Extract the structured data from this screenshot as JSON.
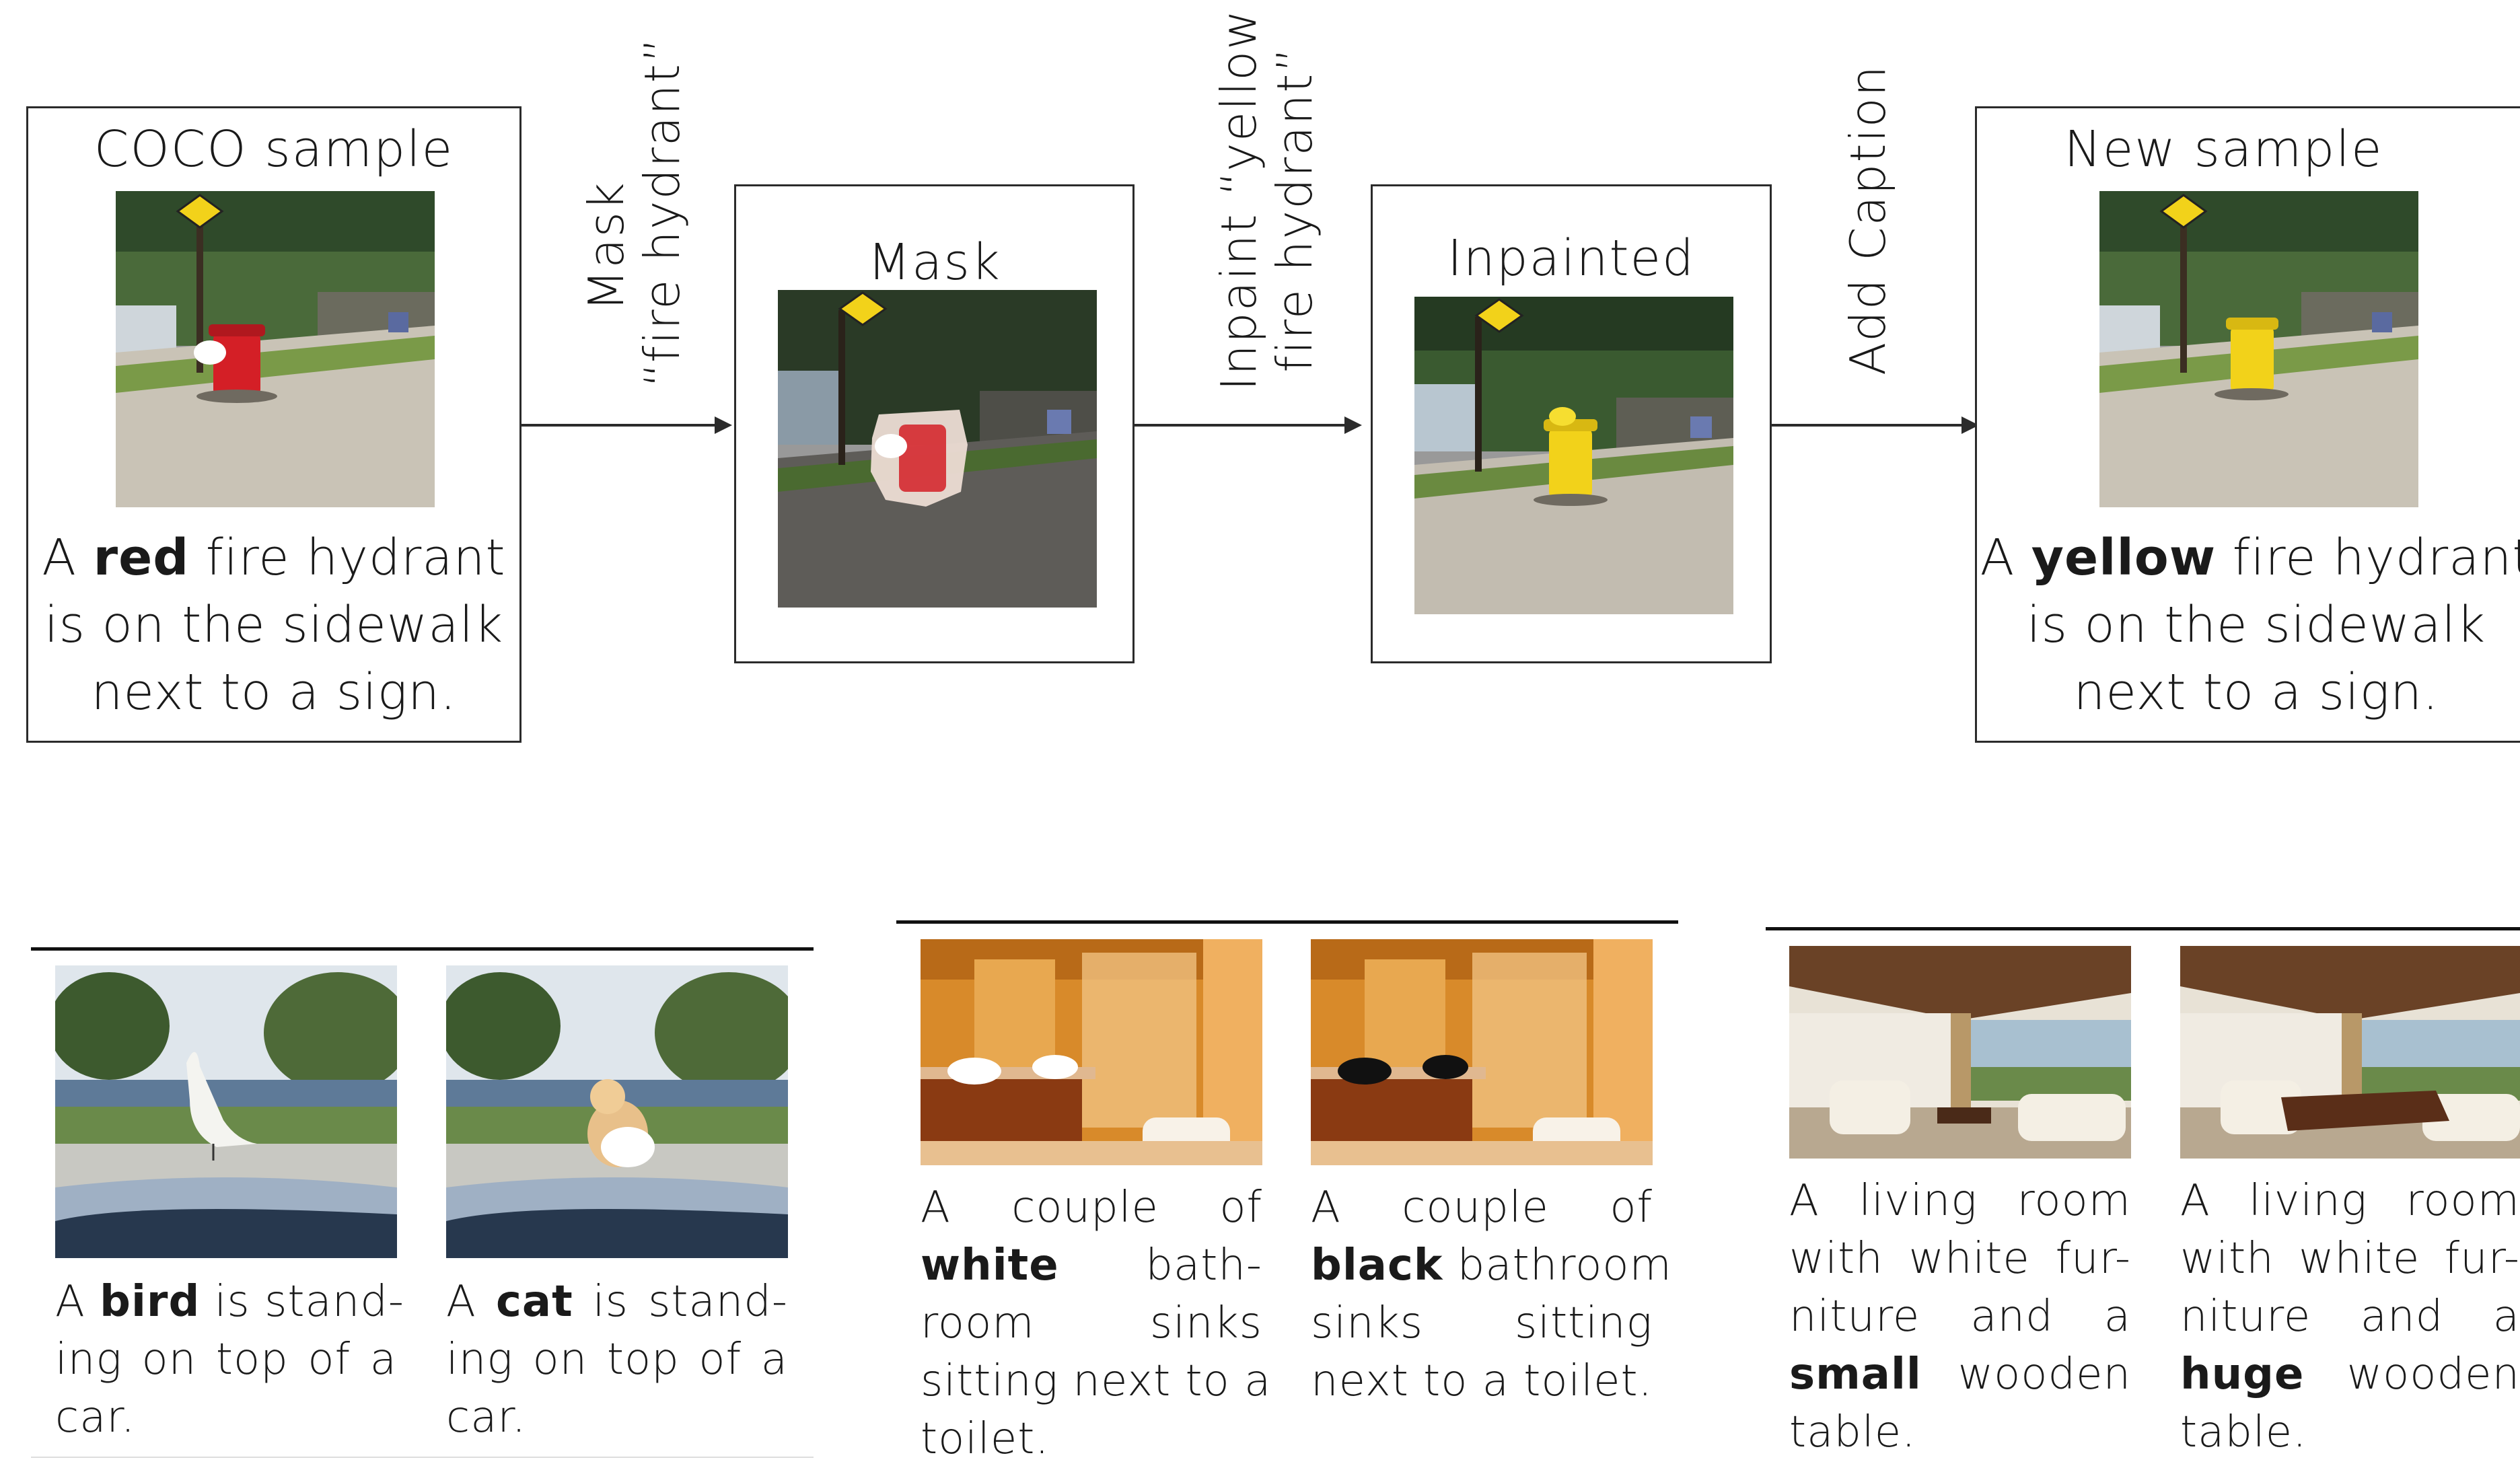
{
  "pipeline": {
    "coco_box": {
      "title": "COCO sample",
      "caption": {
        "pre": "A ",
        "bold": "red",
        "post": " fire hydrant",
        "line2": "is on the sidewalk",
        "line3": "next to a sign."
      }
    },
    "arrow1_label": {
      "line1": "Mask",
      "line2": "“fire hydrant”"
    },
    "mask_box": {
      "title": "Mask"
    },
    "arrow2_label": {
      "line1": "Inpaint “yellow",
      "line2": "fire hydrant”"
    },
    "inpainted_box": {
      "title": "Inpainted"
    },
    "arrow3_label": {
      "line1": "Add Caption"
    },
    "new_box": {
      "title": "New sample",
      "caption": {
        "pre": "A ",
        "bold": "yellow",
        "post": " fire hydrant",
        "line2": "is on the sidewalk",
        "line3": "next to a sign."
      }
    }
  },
  "examples": [
    {
      "left": {
        "l1_pre": "A ",
        "l1_bold": "bird",
        "l1_post": " is stand-",
        "l2": "ing on top of a",
        "l3": "car."
      },
      "right": {
        "l1_pre": "A ",
        "l1_bold": "cat",
        "l1_post": " is stand-",
        "l2": "ing on top of a",
        "l3": "car."
      }
    },
    {
      "left": {
        "l1": "A couple of",
        "l2_bold": "white",
        "l2_post": " bath-",
        "l3": "room sinks",
        "l4": "sitting next to a",
        "l5": "toilet."
      },
      "right": {
        "l1": "A couple of",
        "l2_bold": "black",
        "l2_post": " bathroom",
        "l3": "sinks sitting",
        "l4": "next to a toilet."
      }
    },
    {
      "left": {
        "l1": "A living room",
        "l2": "with white fur-",
        "l3": "niture and a",
        "l4_bold": "small",
        "l4_post": " wooden",
        "l5": "table."
      },
      "right": {
        "l1": "A living room",
        "l2": "with white fur-",
        "l3": "niture and a",
        "l4_bold": "huge",
        "l4_post": " wooden",
        "l5": "table."
      }
    }
  ],
  "colors": {
    "hydrant_red": "#d41f26",
    "hydrant_yellow": "#f2d21a",
    "border": "#2b2b2b"
  }
}
